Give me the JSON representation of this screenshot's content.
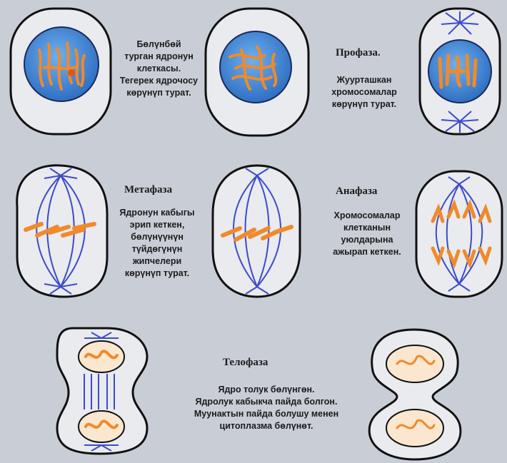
{
  "captions": {
    "interphase": [
      "Бөлүнбөй",
      "турган ядронун",
      "клеткасы.",
      "Тегерек ядрочосу",
      "көрүнүп турат."
    ],
    "prophase_title": "Профаза.",
    "prophase": [
      "Жуурташкан",
      "хромосомалар",
      "көрүнүп турат."
    ],
    "metaphase_title": "Метафаза",
    "metaphase": [
      "Ядронун кабыгы",
      "эрип кеткен,",
      "бөлүнүүнүн",
      "түйдөгүнүн",
      "жипчелери",
      "көрүнүп турат."
    ],
    "anaphase_title": "Анафаза",
    "anaphase": [
      "Хромосомалар",
      "клетканын",
      "уюлдарына",
      "ажырап кеткен."
    ],
    "telophase_title": "Телофаза",
    "telophase": [
      "Ядро толук бөлүнгөн.",
      "Ядролук кабыкча пайда болгон.",
      "Муунактын пайда болушу менен",
      "цитоплазма бөлүнөт."
    ]
  },
  "colors": {
    "background": "#c9ced6",
    "nucleus": "#3d7fd1",
    "chromosome": "#f08a2a",
    "spindle": "#3d4bc9",
    "membrane": "#111111",
    "cell_fill": "#e9ebee"
  }
}
